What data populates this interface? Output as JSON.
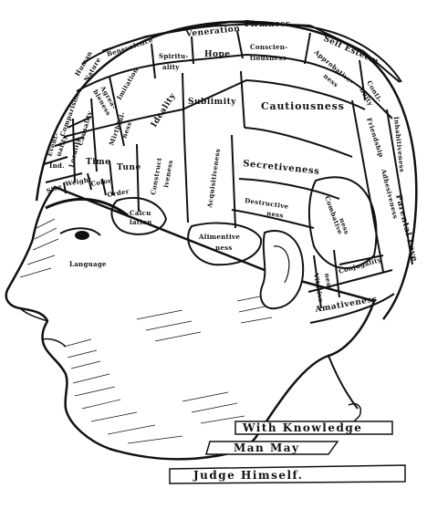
{
  "regions": {
    "veneration": "Veneration",
    "firmness": "Firmness",
    "self_esteem": "Self Esteem",
    "benevolence": "Benevolence",
    "spirituality_1": "Spiritu-",
    "spirituality_2": "ality",
    "hope": "Hope",
    "conscientiousness_1": "Conscien-",
    "conscientiousness_2": "tiousness",
    "approbativeness_1": "Approbative-",
    "approbativeness_2": "ness",
    "continuity_1": "Conti-",
    "continuity_2": "nuity",
    "human_nature_1": "Human",
    "human_nature_2": "Nature",
    "agreeableness_1": "Agrea-",
    "agreeableness_2": "bleness",
    "imitation": "Imitation",
    "ideality": "Ideality",
    "sublimity": "Sublimity",
    "cautiousness": "Cautiousness",
    "inhabitiveness": "Inhabitiveness",
    "friendship": "Friendship",
    "adhesiveness": "Adhesiveness",
    "comparison": "Comparison",
    "causality": "Causality",
    "mirthfulness_1": "Mirthful-",
    "mirthfulness_2": "ness",
    "eventuality_1": "Event-",
    "eventuality_2": "uality",
    "locality": "Locality",
    "time": "Time",
    "tune": "Tune",
    "constructiveness_1": "Construct",
    "constructiveness_2": "iveness",
    "acquisitiveness": "Acquisitiveness",
    "secretiveness": "Secretiveness",
    "destructiveness_1": "Destructive",
    "destructiveness_2": "ness",
    "combativeness_1": "Combative",
    "combativeness_2": "ness",
    "parental_love": "Parental Love",
    "individuality": "Ind.",
    "size": "Size",
    "weight": "Weight",
    "color": "Color",
    "order": "Order",
    "calculation_1": "Calcu",
    "calculation_2": "lation",
    "alimentiveness_1": "Alimentive",
    "alimentiveness_2": "ness",
    "language": "Language",
    "vitativeness_1": "Vitative",
    "vitativeness_2": "ness",
    "conjugality": "Conjugality",
    "amativeness": "Amativeness"
  },
  "banner": {
    "line1": "With Knowledge",
    "line2": "Man May",
    "line3": "Judge Himself."
  }
}
